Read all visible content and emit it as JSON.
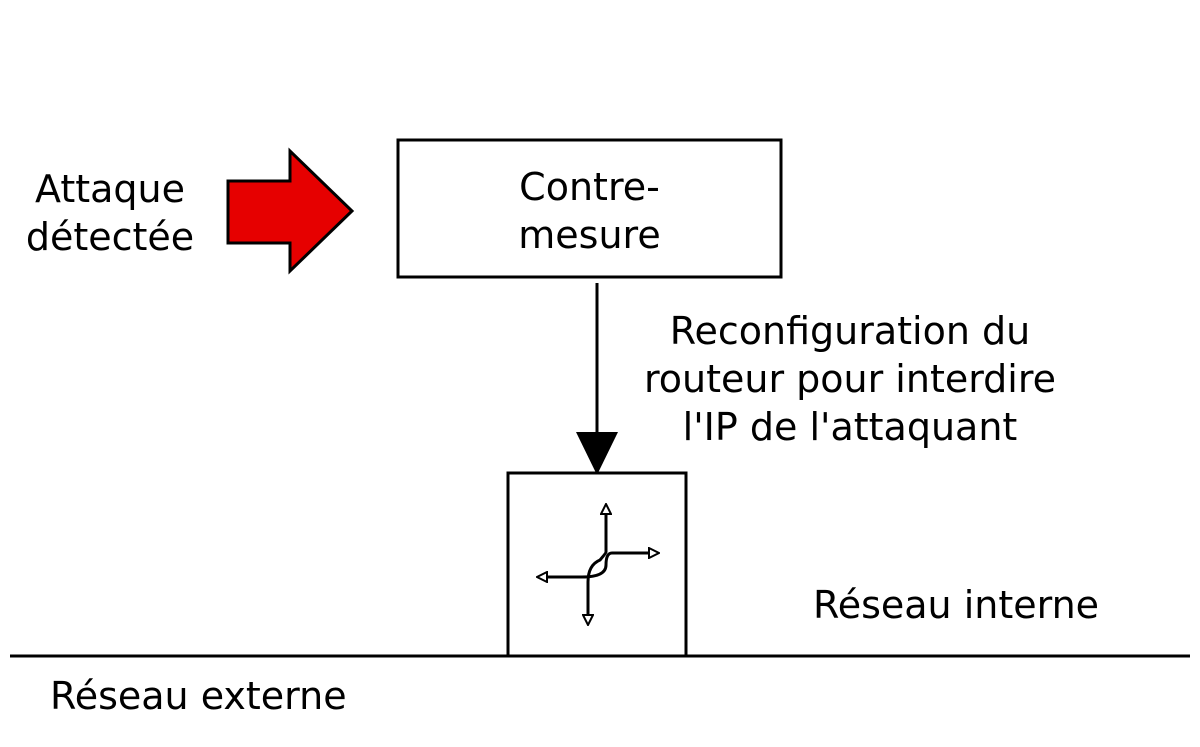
{
  "attack": {
    "line1": "Attaque",
    "line2": "détectée",
    "arrow_color": "#e60000"
  },
  "countermeasure": {
    "line1": "Contre-",
    "line2": "mesure"
  },
  "action": {
    "line1": "Reconfiguration du",
    "line2": "routeur pour interdire",
    "line3": "l'IP de l'attaquant"
  },
  "router": {
    "icon": "router-icon"
  },
  "networks": {
    "internal": "Réseau interne",
    "external": "Réseau externe"
  }
}
